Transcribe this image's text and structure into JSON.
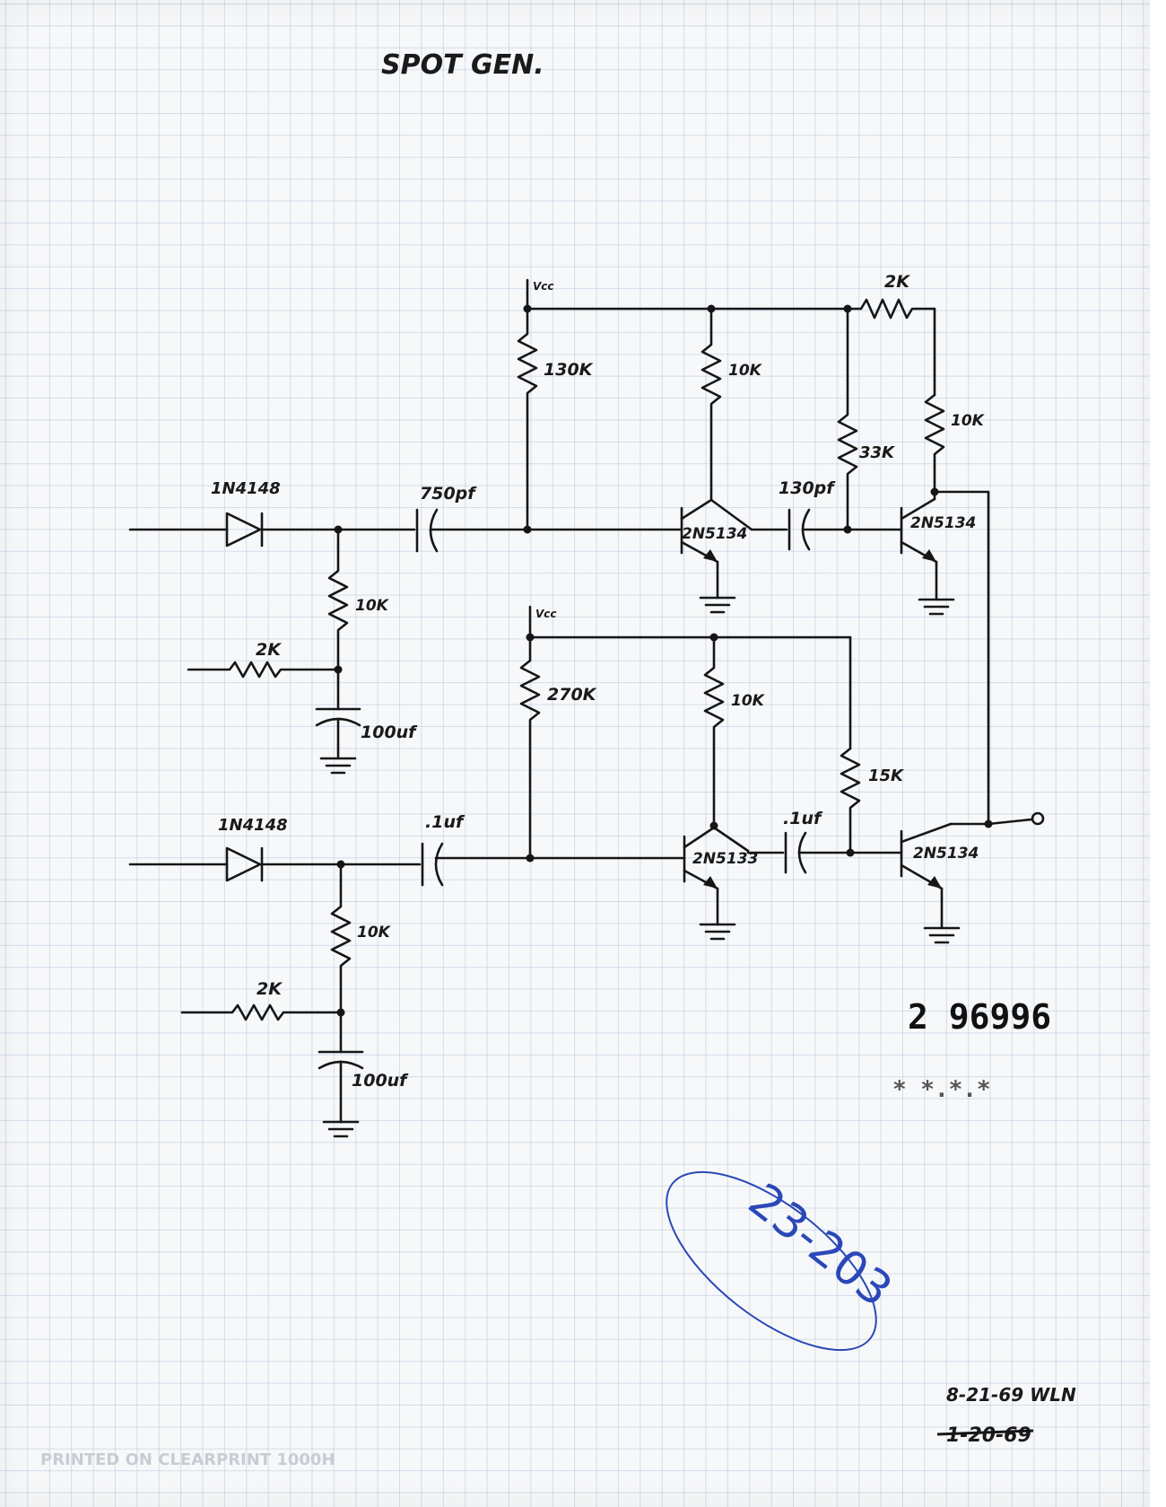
{
  "title": "SPOT GEN.",
  "stamp": "2 96996",
  "smudge": "* *.*.*",
  "circled_note": "23-203",
  "dates": {
    "current": "8-21-69 WLN",
    "struck": "1-20-69"
  },
  "footer": "PRINTED ON CLEARPRINT 1000H",
  "colors": {
    "ink": "#161616",
    "grid": "#7896c8",
    "pen": "#2a48b8"
  },
  "labels": {
    "vcc_top": "Vcc",
    "vcc_bottom": "Vcc",
    "diode_top": "1N4148",
    "diode_bottom": "1N4148",
    "cap_750": "750pf",
    "cap_130": "130pf",
    "cap_1_bottom": ".1uf",
    "cap_1_mid": ".1uf",
    "cap_100_top": "100uf",
    "cap_100_bottom": "100uf",
    "r_130k": "130K",
    "r_10k_q1": "10K",
    "r_2k_top": "2K",
    "r_10k_q2": "10K",
    "r_33k": "33K",
    "r_10k_shunt_top": "10K",
    "r_2k_in_top": "2K",
    "r_270k": "270K",
    "r_10k_q3": "10K",
    "r_15k": "15K",
    "r_10k_shunt_bottom": "10K",
    "r_2k_in_bottom": "2K",
    "q1": "2N5134",
    "q2": "2N5134",
    "q3": "2N5133",
    "q4": "2N5134"
  }
}
